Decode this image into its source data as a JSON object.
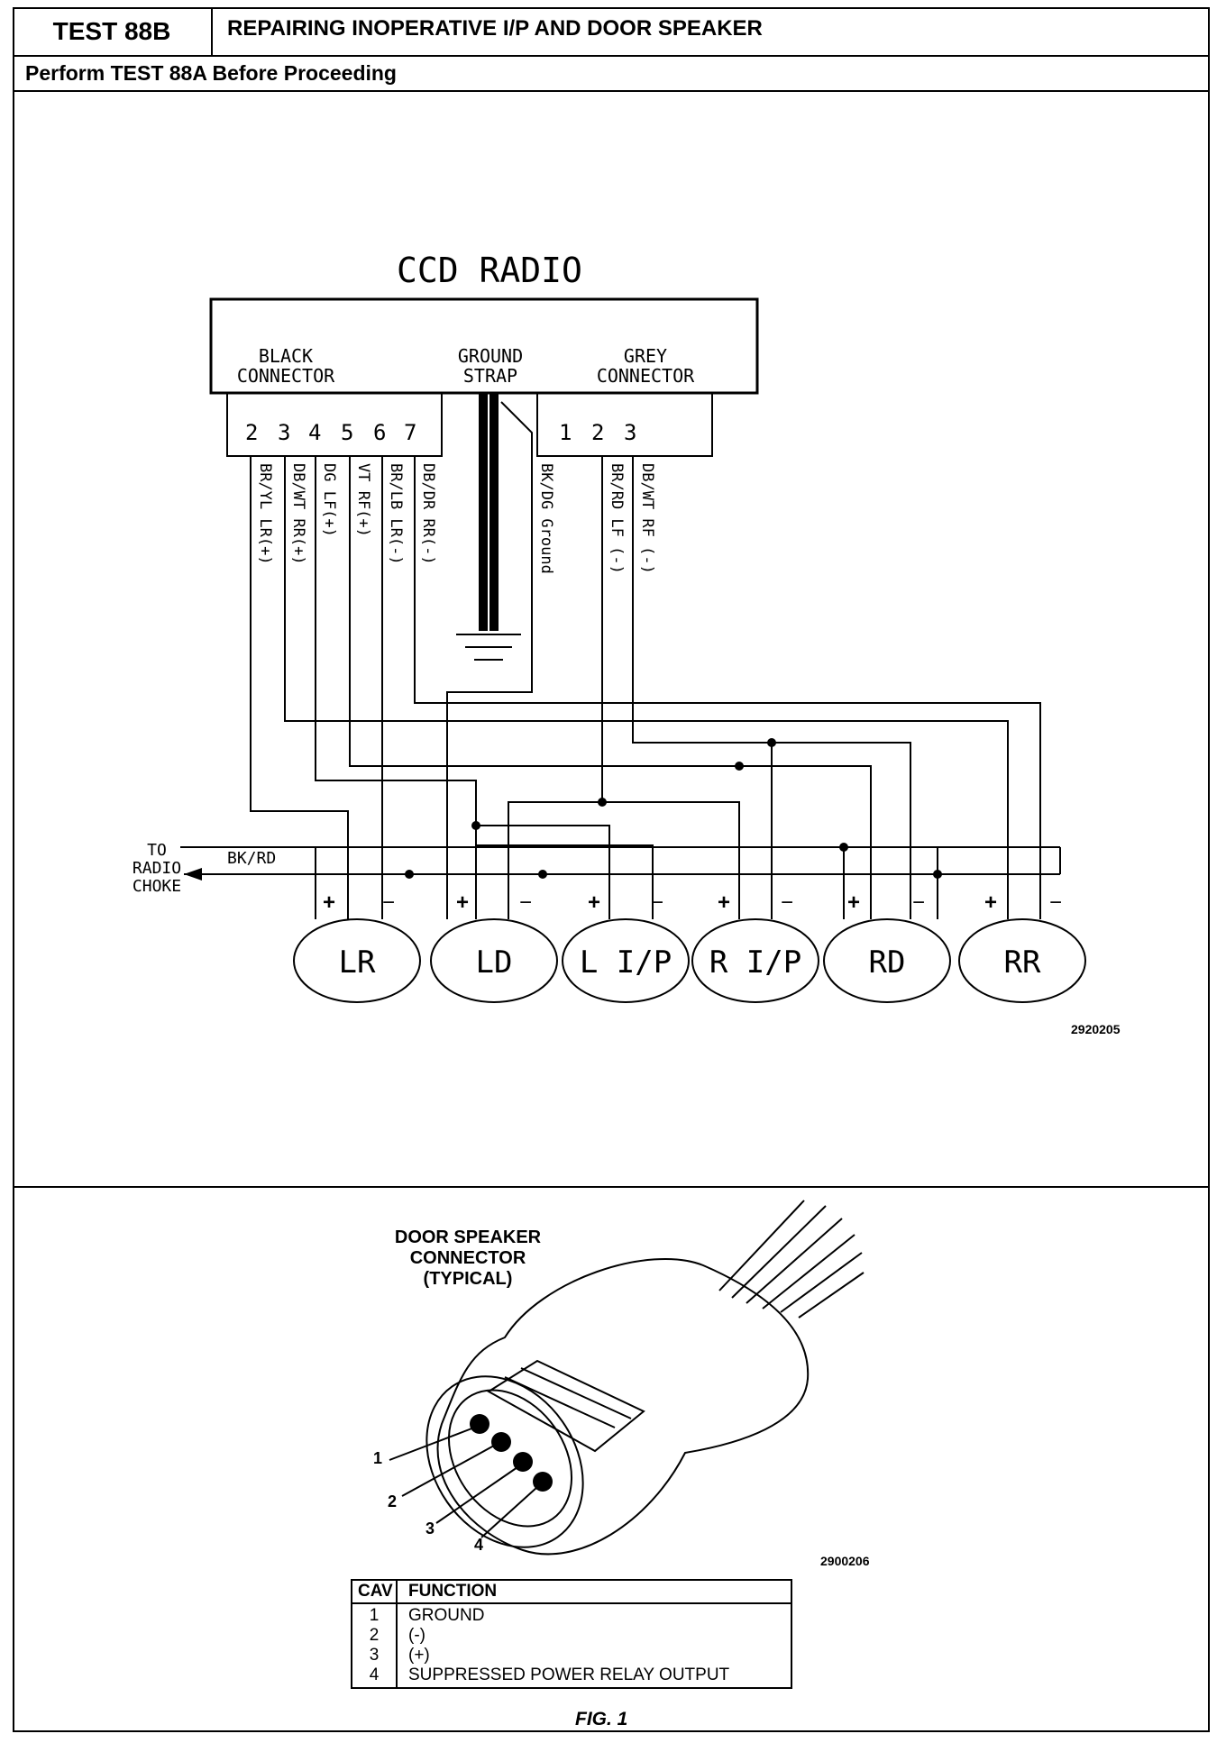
{
  "header": {
    "test_id": "TEST 88B",
    "title": "REPAIRING INOPERATIVE I/P AND DOOR SPEAKER",
    "prereq": "Perform TEST 88A Before Proceeding"
  },
  "diagram1": {
    "title": "CCD RADIO",
    "black_connector": [
      "BLACK",
      "CONNECTOR"
    ],
    "ground_strap": [
      "GROUND",
      "STRAP"
    ],
    "grey_connector": [
      "GREY",
      "CONNECTOR"
    ],
    "black_pins": [
      "2",
      "3",
      "4",
      "5",
      "6",
      "7"
    ],
    "grey_pins": [
      "1",
      "2",
      "3"
    ],
    "wires_black": [
      "BR/YL LR(+)",
      "DB/WT RR(+)",
      "DG LF(+)",
      "VT RF(+)",
      "BR/LB LR(-)",
      "DB/DR RR(-)"
    ],
    "ground_wire": "BK/DG Ground",
    "wires_grey": [
      "BR/RD LF (-)",
      "DB/WT RF (-)"
    ],
    "to_choke": [
      "TO",
      "RADIO",
      "CHOKE"
    ],
    "choke_wire": "BK/RD",
    "speakers": [
      "LR",
      "LD",
      "L I/P",
      "R I/P",
      "RD",
      "RR"
    ],
    "plus": "+",
    "minus": "−",
    "ref_number": "2920205"
  },
  "diagram2": {
    "title": [
      "DOOR SPEAKER",
      "CONNECTOR",
      "(TYPICAL)"
    ],
    "callouts": [
      "1",
      "2",
      "3",
      "4"
    ],
    "ref_number": "2900206"
  },
  "table": {
    "headers": [
      "CAV",
      "FUNCTION"
    ],
    "rows": [
      {
        "cav": "1",
        "function": "GROUND"
      },
      {
        "cav": "2",
        "function": "(-)"
      },
      {
        "cav": "3",
        "function": "(+)"
      },
      {
        "cav": "4",
        "function": "SUPPRESSED POWER RELAY OUTPUT"
      }
    ]
  },
  "caption": "FIG. 1"
}
